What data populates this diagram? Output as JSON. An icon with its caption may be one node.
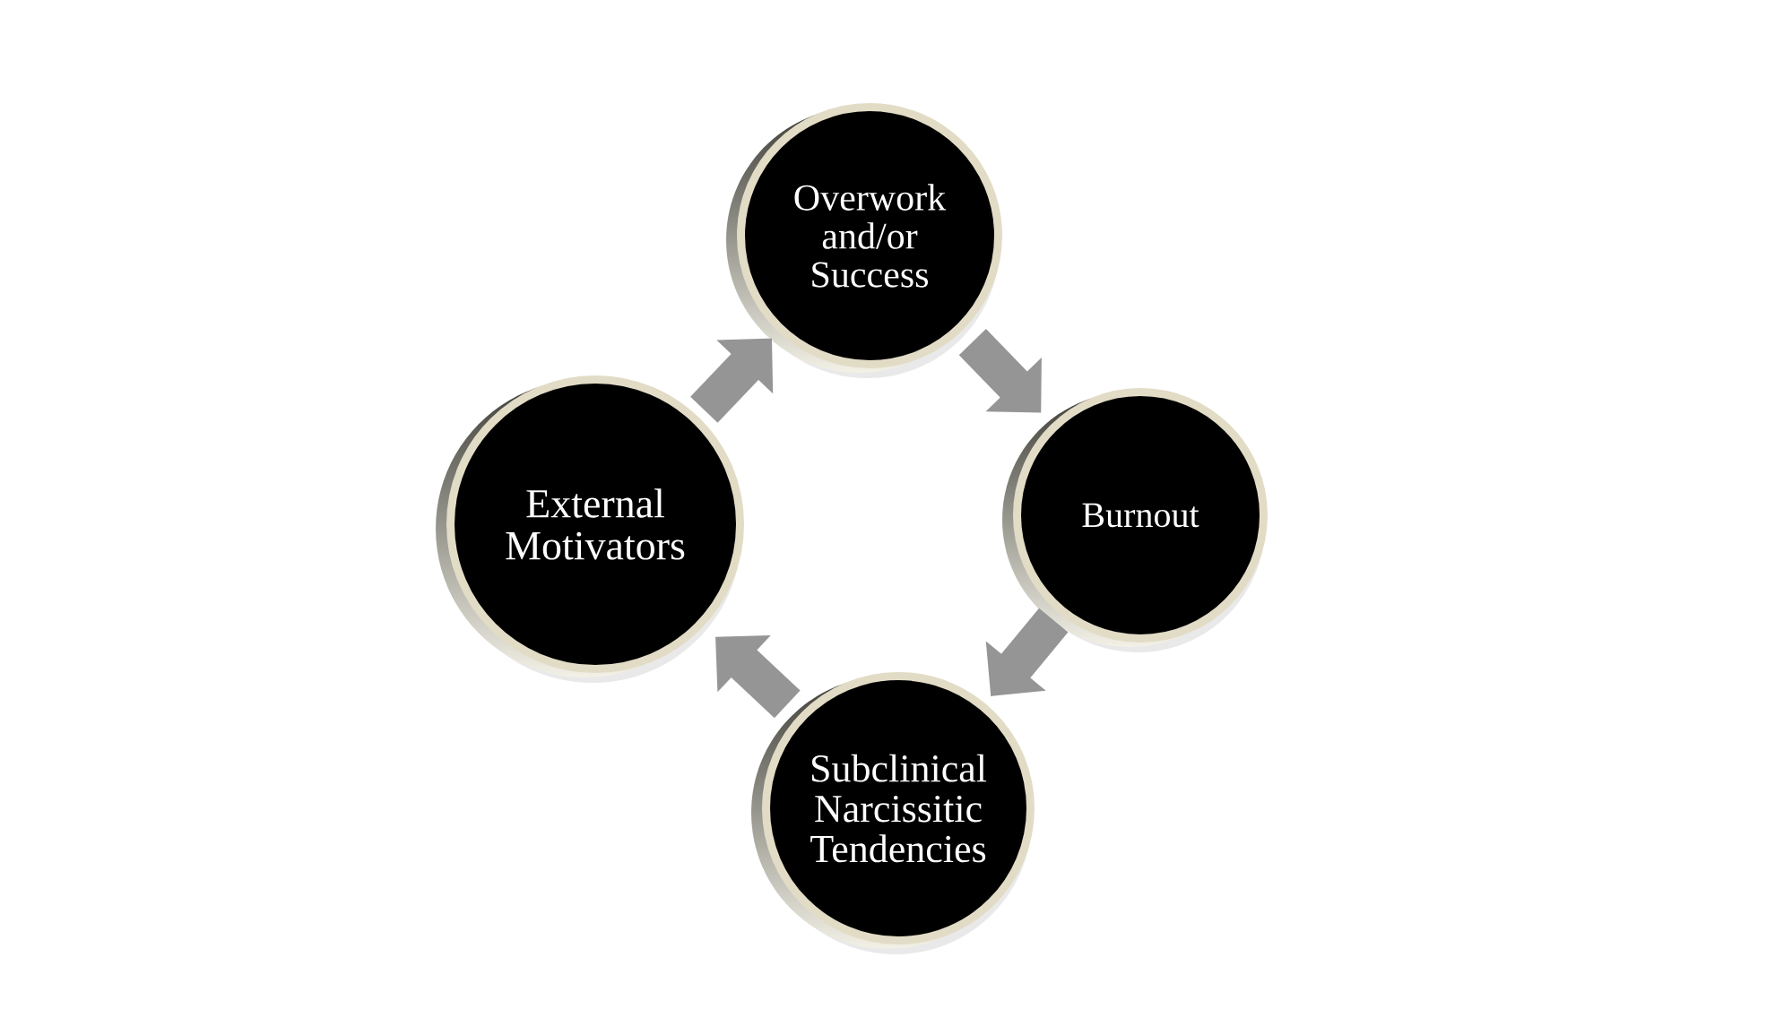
{
  "diagram": {
    "nodes": [
      {
        "text": [
          "Overwork and/or Success"
        ]
      },
      {
        "text": [
          "Burnout"
        ]
      },
      {
        "text": [
          "Subclinical Narcissitic Tendencies"
        ]
      },
      {
        "text": [
          "External Motivators"
        ]
      }
    ],
    "edges": [
      {
        "from": 0,
        "to": 1,
        "arrow": "to"
      },
      {
        "from": 1,
        "to": 2,
        "arrow": "to"
      },
      {
        "from": 2,
        "to": 3,
        "arrow": "to"
      },
      {
        "from": 3,
        "to": 0,
        "arrow": "to"
      }
    ]
  }
}
